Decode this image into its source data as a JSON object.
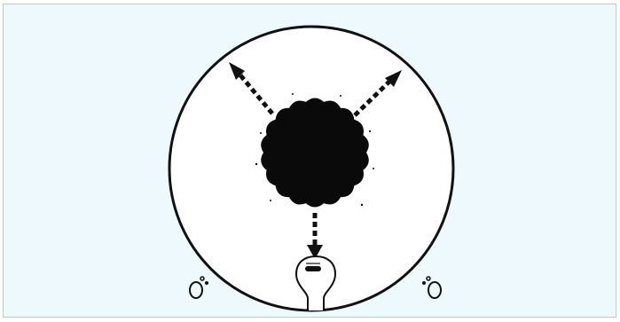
{
  "diagram": {
    "background_color": "#eef9fd",
    "frame_border_color": "#b8c9d2",
    "ink_color": "#111111",
    "circle_fill": "#ffffff",
    "particle": {
      "shape": "scalloped-black-disc",
      "color": "#0a0a0a"
    },
    "arrows": [
      {
        "id": "arrow-upper-left",
        "direction": "up-left",
        "style": "dashed"
      },
      {
        "id": "arrow-upper-right",
        "direction": "up-right",
        "style": "dashed"
      },
      {
        "id": "arrow-down",
        "direction": "down",
        "style": "dashed"
      }
    ],
    "light_source": {
      "icon": "light-bulb-icon"
    },
    "observers": [
      {
        "id": "observer-left",
        "icon": "eye-symbol-icon"
      },
      {
        "id": "observer-right",
        "icon": "eye-symbol-icon"
      }
    ]
  }
}
